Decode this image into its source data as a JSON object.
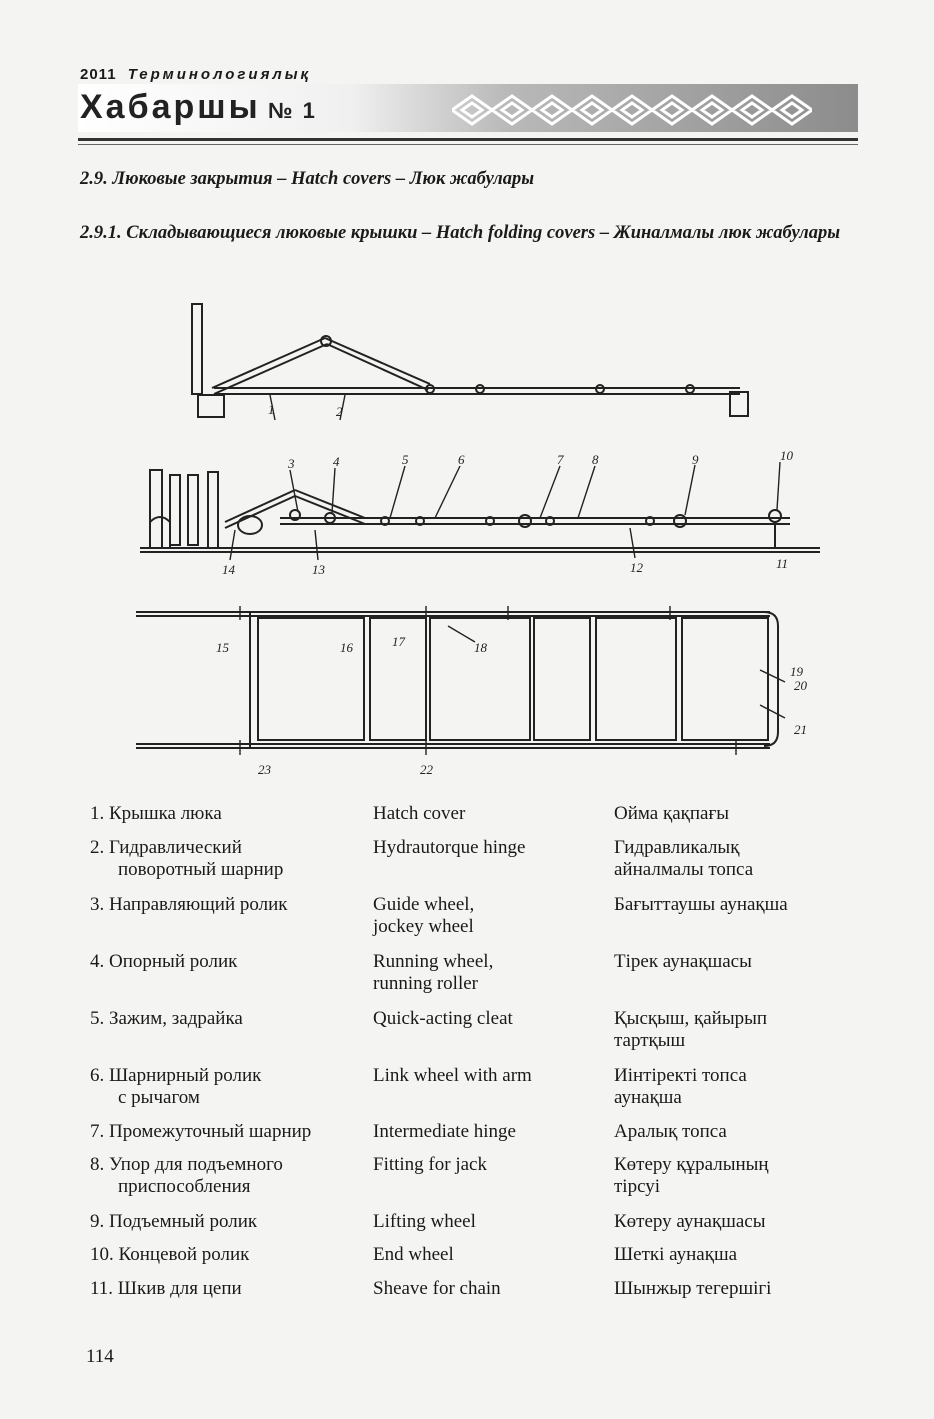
{
  "header": {
    "year": "2011",
    "journal": "Терминологиялық",
    "title": "Хабаршы",
    "issue": "№ 1"
  },
  "sections": {
    "s1": "2.9. Люковые закрытия – Hatch covers – Люк жабулары",
    "s2": "2.9.1. Складывающиеся люковые крышки – Hatch folding covers – Жиналмалы люк жабулары"
  },
  "diagram": {
    "labels": [
      "1",
      "2",
      "3",
      "4",
      "5",
      "6",
      "7",
      "8",
      "9",
      "10",
      "11",
      "12",
      "13",
      "14",
      "15",
      "16",
      "17",
      "18",
      "19",
      "20",
      "21",
      "22",
      "23"
    ]
  },
  "terms": [
    {
      "ru": "1. Крышка люка",
      "ru2": "",
      "en": "Hatch cover",
      "en2": "",
      "kk": "Ойма қақпағы",
      "kk2": ""
    },
    {
      "ru": "2. Гидравлический",
      "ru2": "поворотный шарнир",
      "en": "Hydrautorque hinge",
      "en2": "",
      "kk": "Гидравликалық",
      "kk2": "айналмалы топса"
    },
    {
      "ru": "3. Направляющий ролик",
      "ru2": "",
      "en": "Guide wheel,",
      "en2": "jockey wheel",
      "kk": "Бағыттаушы аунақша",
      "kk2": ""
    },
    {
      "ru": "4. Опорный ролик",
      "ru2": "",
      "en": "Running wheel,",
      "en2": "running roller",
      "kk": "Тірек аунақшасы",
      "kk2": ""
    },
    {
      "ru": "5. Зажим, задрайка",
      "ru2": "",
      "en": "Quick-acting cleat",
      "en2": "",
      "kk": "Қысқыш, қайырып",
      "kk2": "тартқыш"
    },
    {
      "ru": "6. Шарнирный ролик",
      "ru2": "с рычагом",
      "en": "Link wheel with arm",
      "en2": "",
      "kk": "Иінтіректі топса",
      "kk2": "аунақша"
    },
    {
      "ru": "7. Промежуточный шарнир",
      "ru2": "",
      "en": "Intermediate hinge",
      "en2": "",
      "kk": "Аралық топса",
      "kk2": ""
    },
    {
      "ru": "8. Упор для подъемного",
      "ru2": "приспособления",
      "en": "Fitting for jack",
      "en2": "",
      "kk": "Көтеру құралының",
      "kk2": "тірсуі"
    },
    {
      "ru": "9. Подъемный ролик",
      "ru2": "",
      "en": "Lifting wheel",
      "en2": "",
      "kk": "Көтеру аунақшасы",
      "kk2": ""
    },
    {
      "ru": "10. Концевой ролик",
      "ru2": "",
      "en": "End wheel",
      "en2": "",
      "kk": "Шеткі аунақша",
      "kk2": ""
    },
    {
      "ru": "11. Шкив для цепи",
      "ru2": "",
      "en": "Sheave for chain",
      "en2": "",
      "kk": "Шынжыр тегершігі",
      "kk2": ""
    }
  ],
  "page_number": "114"
}
